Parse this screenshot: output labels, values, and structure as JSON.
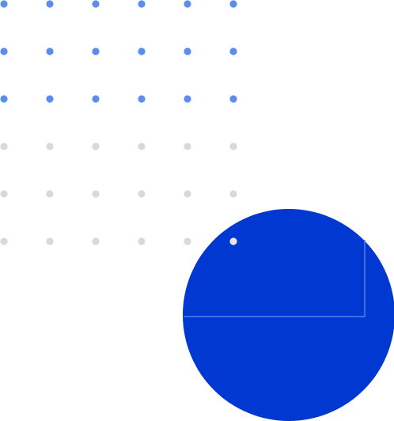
{
  "graphic": {
    "dot_grid": {
      "columns": 6,
      "rows": [
        {
          "tone": "accent"
        },
        {
          "tone": "accent"
        },
        {
          "tone": "accent"
        },
        {
          "tone": "muted"
        },
        {
          "tone": "muted"
        },
        {
          "tone": "muted"
        }
      ]
    },
    "circle": {
      "has_inner_frame": true
    }
  },
  "colors": {
    "accent_dot": "#5b8def",
    "muted_dot": "#d9d9d9",
    "circle_fill": "#0038d1",
    "frame_line": "#5c82ea",
    "overlap_dot": "#e6e6e6",
    "background": "#ffffff"
  }
}
